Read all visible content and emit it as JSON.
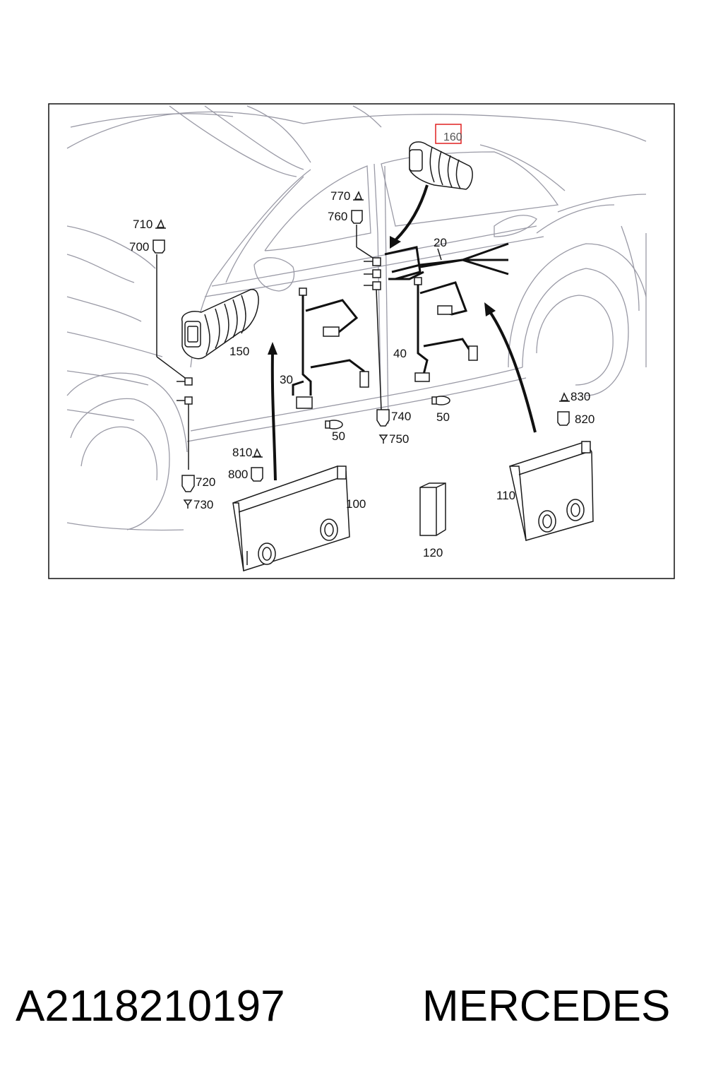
{
  "diagram": {
    "callouts": [
      {
        "id": "c160",
        "text": "160",
        "highlighted": true
      },
      {
        "id": "c20",
        "text": "20"
      },
      {
        "id": "c770",
        "text": "770"
      },
      {
        "id": "c760",
        "text": "760"
      },
      {
        "id": "c710",
        "text": "710"
      },
      {
        "id": "c700",
        "text": "700"
      },
      {
        "id": "c150",
        "text": "150"
      },
      {
        "id": "c30",
        "text": "30"
      },
      {
        "id": "c40",
        "text": "40"
      },
      {
        "id": "c830",
        "text": "830"
      },
      {
        "id": "c820",
        "text": "820"
      },
      {
        "id": "c740",
        "text": "740"
      },
      {
        "id": "c750",
        "text": "750"
      },
      {
        "id": "c50a",
        "text": "50"
      },
      {
        "id": "c50b",
        "text": "50"
      },
      {
        "id": "c810",
        "text": "810"
      },
      {
        "id": "c800",
        "text": "800"
      },
      {
        "id": "c720",
        "text": "720"
      },
      {
        "id": "c730",
        "text": "730"
      },
      {
        "id": "c100",
        "text": "100"
      },
      {
        "id": "c110",
        "text": "110"
      },
      {
        "id": "c120",
        "text": "120"
      }
    ],
    "highlight_color": "#e02020"
  },
  "footer": {
    "part_number": "A2118210197",
    "brand": "MERCEDES"
  }
}
